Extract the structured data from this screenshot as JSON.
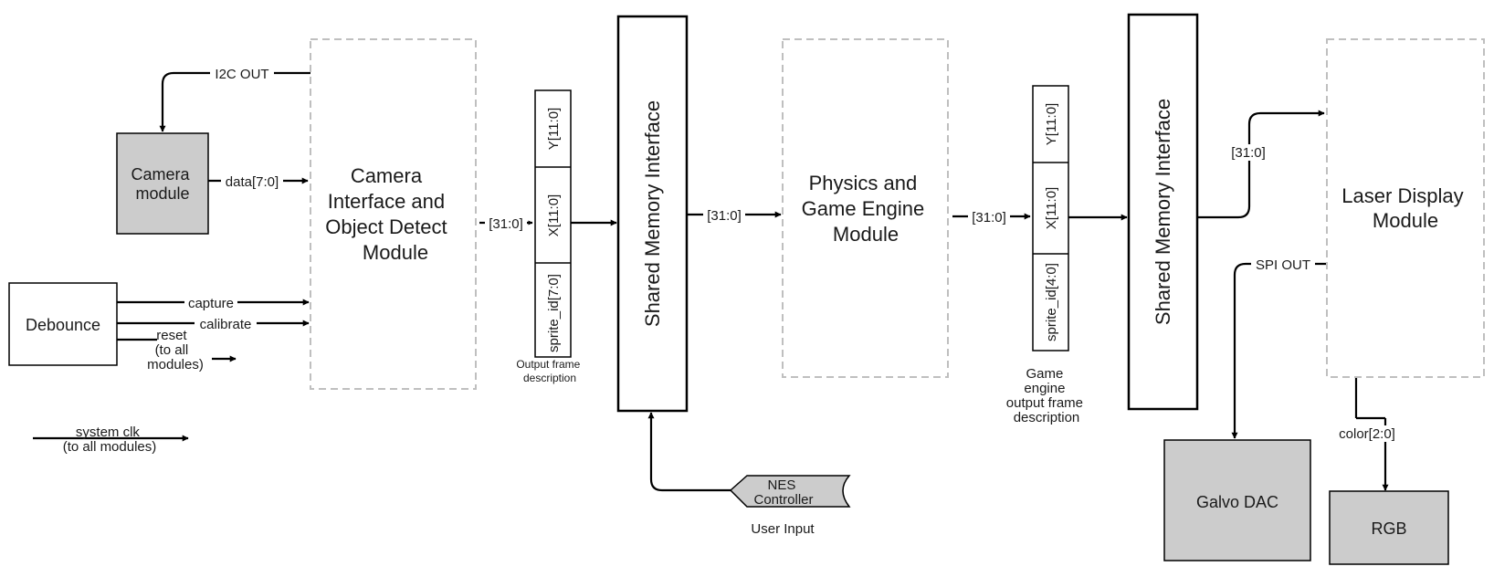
{
  "blocks": {
    "camera_module": [
      "Camera",
      "module"
    ],
    "debounce": "Debounce",
    "camera_interface": [
      "Camera",
      "Interface and",
      "Object Detect",
      "Module"
    ],
    "shared_memory_1": "Shared Memory Interface",
    "physics": [
      "Physics and",
      "Game Engine",
      "Module"
    ],
    "shared_memory_2": "Shared Memory Interface",
    "laser_display": [
      "Laser Display",
      "Module"
    ],
    "galvo_dac": "Galvo DAC",
    "rgb": "RGB",
    "nes_controller": [
      "NES",
      "Controller"
    ]
  },
  "frame_1": {
    "fields": [
      "Y[11:0]",
      "X[11:0]",
      "sprite_id[7:0]"
    ],
    "caption": [
      "Output frame",
      "description"
    ]
  },
  "frame_2": {
    "fields": [
      "Y[11:0]",
      "X[11:0]",
      "sprite_id[4:0]"
    ],
    "caption": [
      "Game",
      "engine",
      "output frame",
      "description"
    ]
  },
  "signals": {
    "i2c_out": "I2C OUT",
    "data": "data[7:0]",
    "capture": "capture",
    "calibrate": "calibrate",
    "reset": [
      "reset",
      "(to all",
      "modules)"
    ],
    "system_clk": [
      "system clk",
      "(to all modules)"
    ],
    "bus_1": "[31:0]",
    "bus_2": "[31:0]",
    "bus_3": "[31:0]",
    "bus_4": "[31:0]",
    "spi_out": "SPI OUT",
    "color": "color[2:0]",
    "user_input": "User Input"
  }
}
